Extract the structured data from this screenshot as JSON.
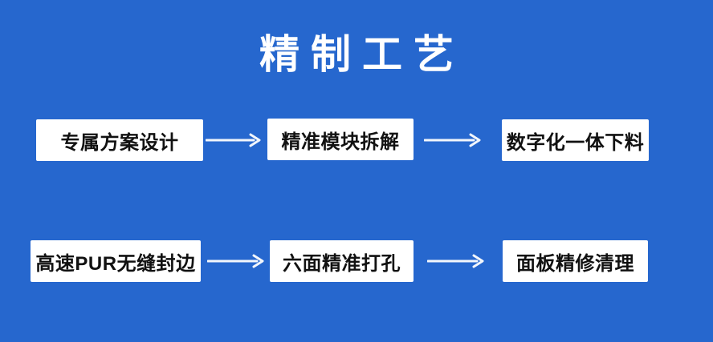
{
  "page": {
    "title": "精制工艺",
    "background_color": "#2667ce",
    "title_color": "#ffffff",
    "box_background_color": "#ffffff",
    "box_text_color": "#111111",
    "arrow_color": "#f2f6fc"
  },
  "flow": {
    "rows": [
      {
        "steps": [
          {
            "label": "专属方案设计"
          },
          {
            "label": "精准模块拆解"
          },
          {
            "label": "数字化一体下料"
          }
        ],
        "connectors": [
          "arrow-right",
          "arrow-right"
        ]
      },
      {
        "steps": [
          {
            "label": "高速PUR无缝封边"
          },
          {
            "label": "六面精准打孔"
          },
          {
            "label": "面板精修清理"
          }
        ],
        "connectors": [
          "arrow-right",
          "arrow-right"
        ]
      }
    ]
  }
}
